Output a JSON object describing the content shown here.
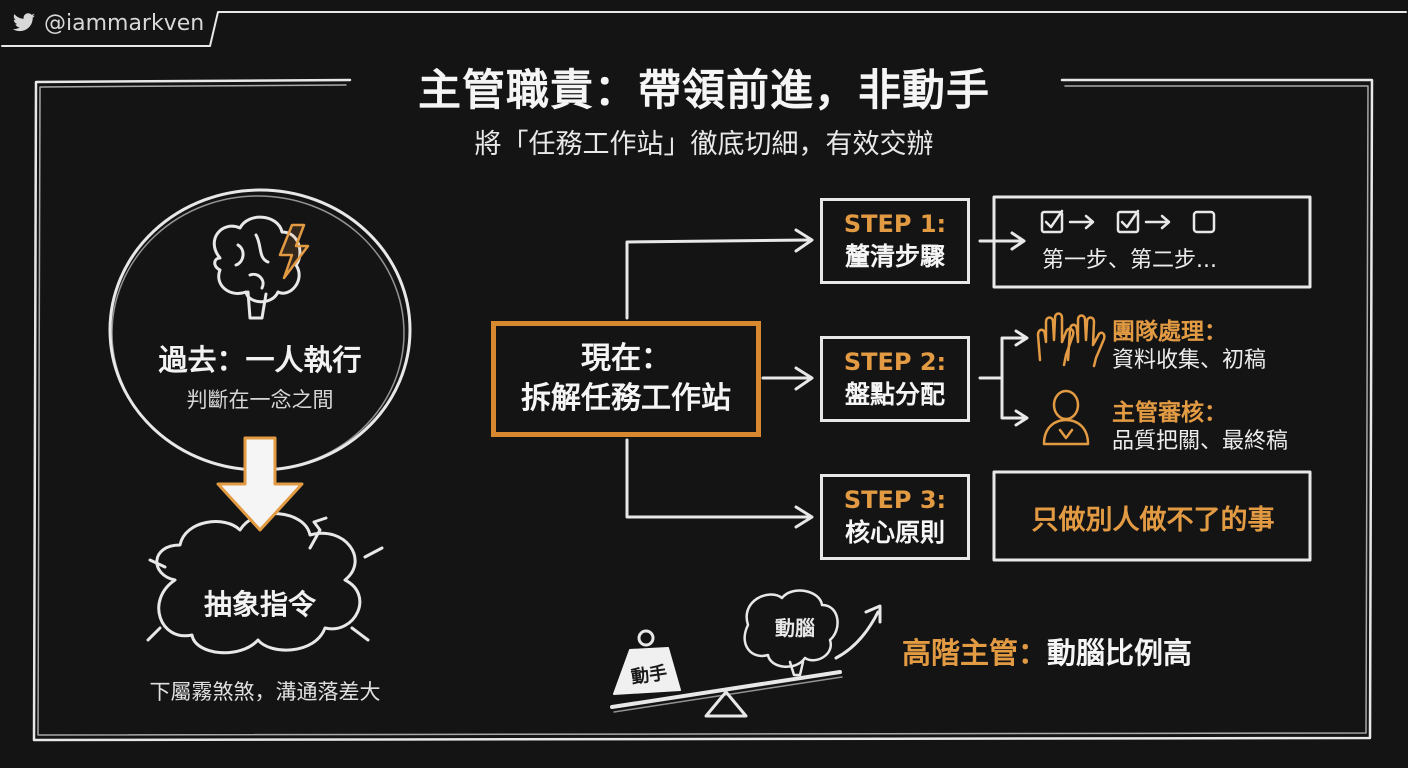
{
  "handle": {
    "text": "@iammarkven",
    "icon": "bird-icon"
  },
  "title": "主管職責：帶領前進，非動手",
  "subtitle": "將「任務工作站」徹底切細，有效交辦",
  "past": {
    "title": "過去：一人執行",
    "subtitle": "判斷在一念之間",
    "icon": "brain-lightning-icon"
  },
  "cloud": {
    "label": "抽象指令",
    "subtitle": "下屬霧煞煞，溝通落差大"
  },
  "now": {
    "line1": "現在：",
    "line2": "拆解任務工作站"
  },
  "steps": [
    {
      "label": "STEP 1:",
      "name": "釐清步驟"
    },
    {
      "label": "STEP 2:",
      "name": "盤點分配"
    },
    {
      "label": "STEP 3:",
      "name": "核心原則"
    }
  ],
  "step1_result": {
    "text": "第一步、第二步..."
  },
  "step2_results": {
    "team": {
      "label": "團隊處理：",
      "detail": "資料收集、初稿"
    },
    "manager": {
      "label": "主管審核：",
      "detail": "品質把關、最終稿"
    }
  },
  "step3_result": {
    "text": "只做別人做不了的事"
  },
  "balance": {
    "brain_label": "動腦",
    "weight_label": "動手"
  },
  "conclusion": {
    "part1": "高階主管：",
    "part2": "動腦比例高"
  },
  "colors": {
    "background": "#141414",
    "accent": "#e29a43",
    "chalk": "#f2f2f2"
  }
}
